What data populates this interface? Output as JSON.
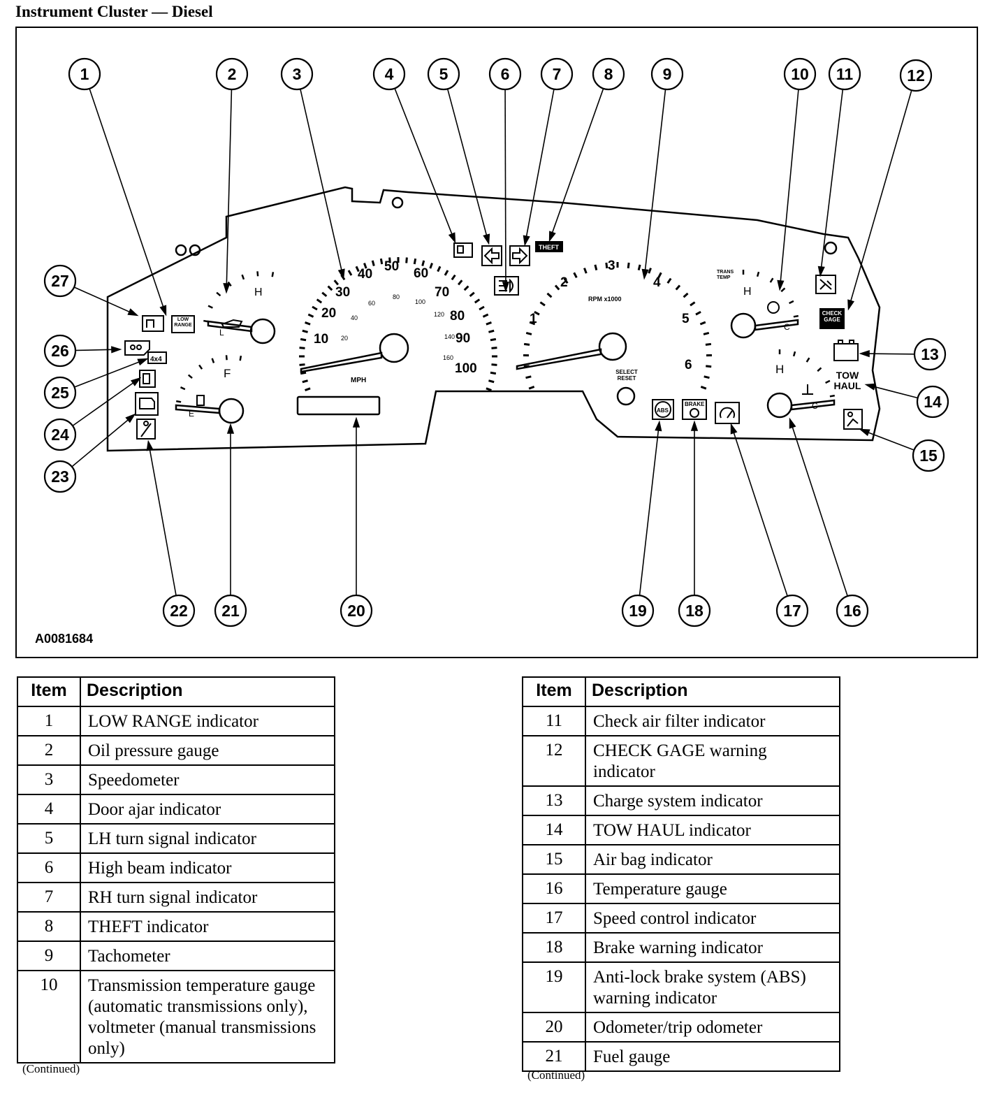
{
  "page": {
    "title": "Instrument Cluster — Diesel",
    "figure_id": "A0081684",
    "continued_label": "(Continued)"
  },
  "gauges": {
    "speedometer": {
      "major_marks": [
        "10",
        "20",
        "30",
        "40",
        "50",
        "60",
        "70",
        "80",
        "90",
        "100"
      ],
      "minor_marks": [
        "20",
        "40",
        "60",
        "80",
        "100",
        "120",
        "140",
        "160"
      ],
      "unit": "MPH"
    },
    "tachometer": {
      "marks": [
        "1",
        "2",
        "3",
        "4",
        "5",
        "6"
      ],
      "unit": "RPM x1000"
    },
    "oil_pressure": {
      "h_label": "H",
      "l_label": "L"
    },
    "fuel": {
      "f_label": "F",
      "e_label": "E"
    },
    "transmission_temp": {
      "label": "TRANS TEMP",
      "h_label": "H",
      "c_label": "C"
    },
    "engine_temp": {
      "h_label": "H",
      "c_label": "C"
    },
    "select_reset_label": "SELECT RESET"
  },
  "indicators": {
    "low_range": "LOW RANGE",
    "four_by_four": "4x4",
    "theft": "THEFT",
    "check_gage": "CHECK GAGE",
    "tow_haul": "TOW HAUL",
    "abs": "ABS",
    "brake": "BRAKE"
  },
  "callouts": [
    "1",
    "2",
    "3",
    "4",
    "5",
    "6",
    "7",
    "8",
    "9",
    "10",
    "11",
    "12",
    "13",
    "14",
    "15",
    "16",
    "17",
    "18",
    "19",
    "20",
    "21",
    "22",
    "23",
    "24",
    "25",
    "26",
    "27"
  ],
  "tables": {
    "header_item": "Item",
    "header_description": "Description",
    "left": [
      {
        "item": "1",
        "description": "LOW RANGE indicator"
      },
      {
        "item": "2",
        "description": "Oil pressure gauge"
      },
      {
        "item": "3",
        "description": "Speedometer"
      },
      {
        "item": "4",
        "description": "Door ajar indicator"
      },
      {
        "item": "5",
        "description": "LH turn signal indicator"
      },
      {
        "item": "6",
        "description": "High beam indicator"
      },
      {
        "item": "7",
        "description": "RH turn signal indicator"
      },
      {
        "item": "8",
        "description": "THEFT indicator"
      },
      {
        "item": "9",
        "description": "Tachometer"
      },
      {
        "item": "10",
        "description": "Transmission temperature gauge (automatic transmissions only), voltmeter (manual transmissions only)"
      }
    ],
    "right": [
      {
        "item": "11",
        "description": "Check air filter indicator"
      },
      {
        "item": "12",
        "description": "CHECK GAGE warning indicator"
      },
      {
        "item": "13",
        "description": "Charge system indicator"
      },
      {
        "item": "14",
        "description": "TOW HAUL indicator"
      },
      {
        "item": "15",
        "description": "Air bag indicator"
      },
      {
        "item": "16",
        "description": "Temperature gauge"
      },
      {
        "item": "17",
        "description": "Speed control indicator"
      },
      {
        "item": "18",
        "description": "Brake warning indicator"
      },
      {
        "item": "19",
        "description": "Anti-lock brake system (ABS) warning indicator"
      },
      {
        "item": "20",
        "description": "Odometer/trip odometer"
      },
      {
        "item": "21",
        "description": "Fuel gauge"
      }
    ]
  }
}
